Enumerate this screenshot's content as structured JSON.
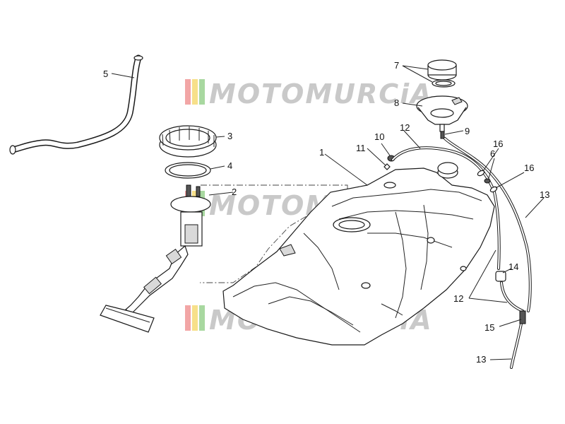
{
  "watermark": {
    "text": "MOTOMURCiA",
    "stripe_colors": [
      "#f2a6a6",
      "#f7e08a",
      "#a8d8a0"
    ]
  },
  "labels": [
    {
      "id": "label-1",
      "text": "1"
    },
    {
      "id": "label-2",
      "text": "2"
    },
    {
      "id": "label-3",
      "text": "3"
    },
    {
      "id": "label-4",
      "text": "4"
    },
    {
      "id": "label-5",
      "text": "5"
    },
    {
      "id": "label-6",
      "text": "6"
    },
    {
      "id": "label-7",
      "text": "7"
    },
    {
      "id": "label-8",
      "text": "8"
    },
    {
      "id": "label-9",
      "text": "9"
    },
    {
      "id": "label-10",
      "text": "10"
    },
    {
      "id": "label-11",
      "text": "11"
    },
    {
      "id": "label-12a",
      "text": "12"
    },
    {
      "id": "label-12b",
      "text": "12"
    },
    {
      "id": "label-13a",
      "text": "13"
    },
    {
      "id": "label-13b",
      "text": "13"
    },
    {
      "id": "label-14",
      "text": "14"
    },
    {
      "id": "label-15",
      "text": "15"
    },
    {
      "id": "label-16a",
      "text": "16"
    },
    {
      "id": "label-16b",
      "text": "16"
    }
  ]
}
